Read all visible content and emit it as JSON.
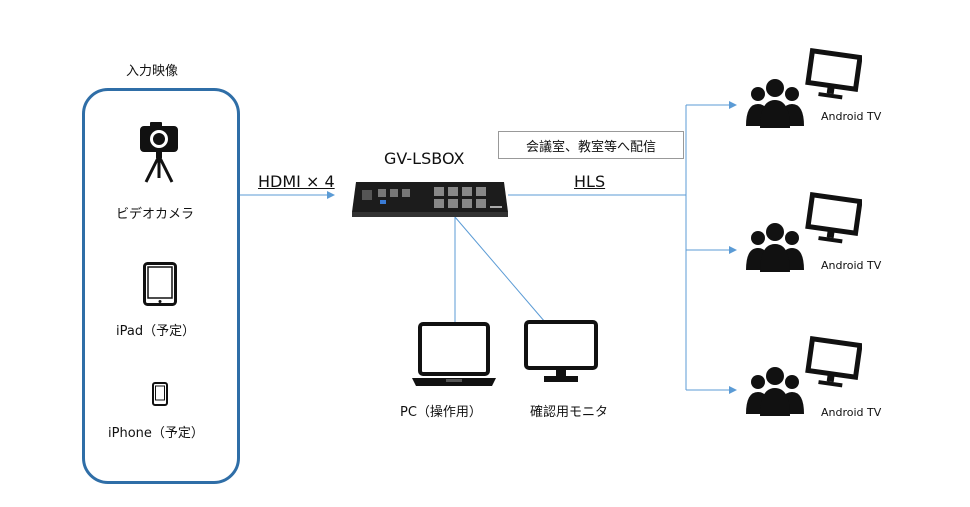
{
  "input_section": {
    "title": "入力映像",
    "devices": [
      {
        "label": "ビデオカメラ",
        "icon": "video-camera-icon"
      },
      {
        "label": "iPad（予定）",
        "icon": "tablet-icon"
      },
      {
        "label": "iPhone（予定）",
        "icon": "phone-icon"
      }
    ]
  },
  "connections": {
    "hdmi_label": "HDMI × 4",
    "hls_label": "HLS"
  },
  "device": {
    "name": "GV-LSBOX"
  },
  "usecase_box": {
    "text": "会議室、教室等へ配信"
  },
  "outputs": [
    {
      "label": "PC（操作用）",
      "icon": "laptop-icon"
    },
    {
      "label": "確認用モニタ",
      "icon": "monitor-icon"
    }
  ],
  "receivers": [
    {
      "label": "Android TV"
    },
    {
      "label": "Android TV"
    },
    {
      "label": "Android TV"
    }
  ],
  "colors": {
    "box_border": "#2f6ea7",
    "line": "#5b9bd5",
    "icon": "#111111"
  }
}
